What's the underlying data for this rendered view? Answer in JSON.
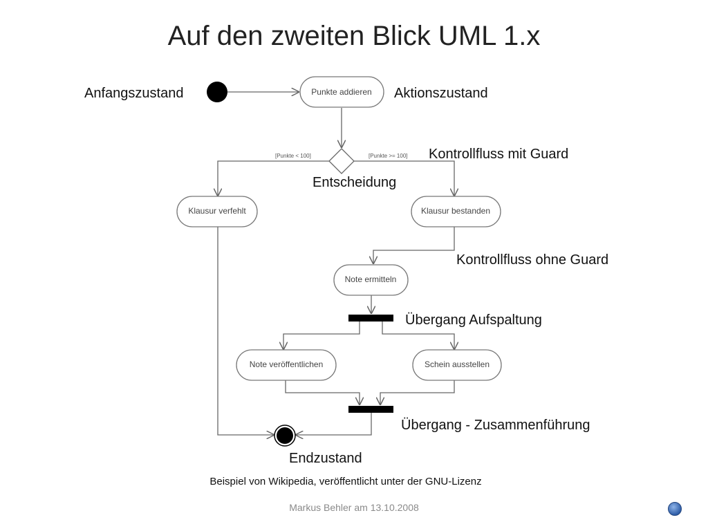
{
  "slide": {
    "title": "Auf den zweiten Blick UML 1.x",
    "caption": "Beispiel von Wikipedia, veröffentlicht unter der GNU-Lizenz",
    "footer": "Markus Behler am 13.10.2008",
    "nav_button_icon": "nav-circle-icon"
  },
  "diagram": {
    "nodes": {
      "punkte_addieren": "Punkte addieren",
      "klausur_verfehlt": "Klausur verfehlt",
      "klausur_bestanden": "Klausur bestanden",
      "note_ermitteln": "Note ermitteln",
      "note_veroeffentlichen": "Note veröffentlichen",
      "schein_ausstellen": "Schein ausstellen"
    },
    "guards": {
      "left": "[Punkte < 100]",
      "right": "[Punkte >= 100]"
    },
    "annotations": {
      "anfangszustand": "Anfangszustand",
      "aktionszustand": "Aktionszustand",
      "kontrollfluss_guard": "Kontrollfluss mit Guard",
      "entscheidung": "Entscheidung",
      "kontrollfluss_ohne": "Kontrollfluss ohne Guard",
      "uebergang_aufspaltung": "Übergang Aufspaltung",
      "uebergang_zusammen": "Übergang - Zusammenführung",
      "endzustand": "Endzustand"
    },
    "colors": {
      "line": "#666666",
      "node_border": "#777777",
      "bar": "#000000"
    }
  }
}
